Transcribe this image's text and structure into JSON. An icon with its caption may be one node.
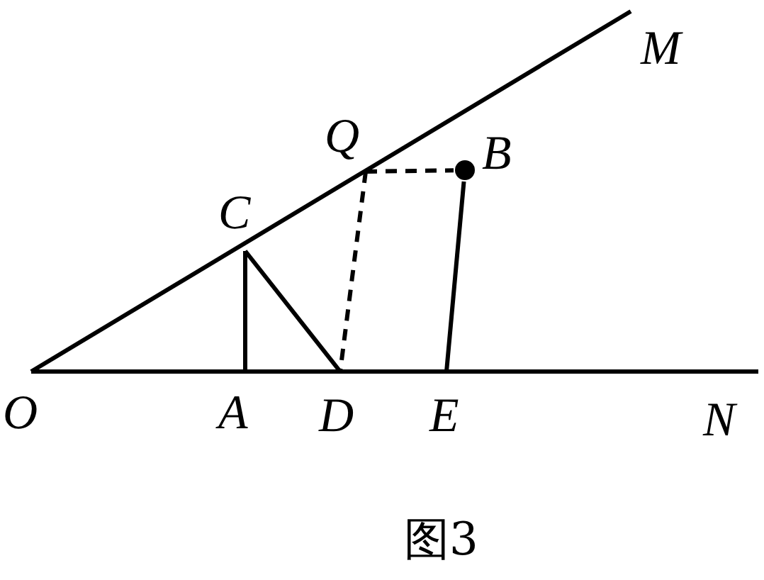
{
  "diagram": {
    "caption": "图3",
    "nodes": [
      {
        "text": [
          "M"
        ]
      },
      {
        "text": [
          "Q"
        ]
      },
      {
        "text": [
          "B"
        ]
      },
      {
        "text": [
          "C"
        ]
      },
      {
        "text": [
          "O"
        ]
      },
      {
        "text": [
          "A"
        ]
      },
      {
        "text": [
          "D"
        ]
      },
      {
        "text": [
          "E"
        ]
      },
      {
        "text": [
          "N"
        ]
      }
    ],
    "edges": [
      {
        "from": 4,
        "to": 0,
        "arrow": "none"
      },
      {
        "from": 4,
        "to": 8,
        "arrow": "none"
      },
      {
        "from": 3,
        "to": 5,
        "arrow": "none"
      },
      {
        "from": 3,
        "to": 6,
        "arrow": "none"
      },
      {
        "from": 1,
        "to": 6,
        "arrow": "none",
        "style": "dashed"
      },
      {
        "from": 1,
        "to": 2,
        "arrow": "none",
        "style": "dashed"
      },
      {
        "from": 2,
        "to": 7,
        "arrow": "none"
      }
    ]
  }
}
